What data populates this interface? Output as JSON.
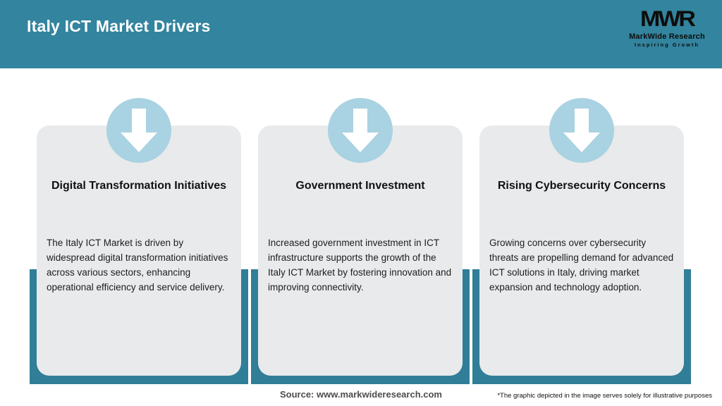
{
  "header": {
    "title": "Italy ICT Market Drivers"
  },
  "logo": {
    "monogram": "MWR",
    "name": "MarkWide Research",
    "tagline": "Inspiring Growth"
  },
  "cards": [
    {
      "icon": "down-arrow-icon",
      "title": "Digital Transformation Initiatives",
      "body": "The Italy ICT Market is driven by widespread digital transformation initiatives across various sectors, enhancing operational efficiency and service delivery."
    },
    {
      "icon": "down-arrow-icon",
      "title": "Government Investment",
      "body": "Increased government investment in ICT infrastructure supports the growth of the Italy ICT Market by fostering innovation and improving connectivity."
    },
    {
      "icon": "down-arrow-icon",
      "title": "Rising Cybersecurity Concerns",
      "body": "Growing concerns over cybersecurity threats are propelling demand for advanced ICT solutions in Italy, driving market expansion and technology adoption."
    }
  ],
  "footer": {
    "source": "Source: www.markwideresearch.com",
    "disclaimer": "*The graphic depicted in the image serves solely for illustrative purposes"
  },
  "colors": {
    "header_bg": "#33849E",
    "frame_teal": "#317E98",
    "circle_blue": "#A9D2E2",
    "card_bg": "#E8EAEB",
    "title_text": "#111111",
    "body_text": "#1D1D1D",
    "source_text": "#4D4D4D",
    "logo_text": "#0D0D0D"
  }
}
